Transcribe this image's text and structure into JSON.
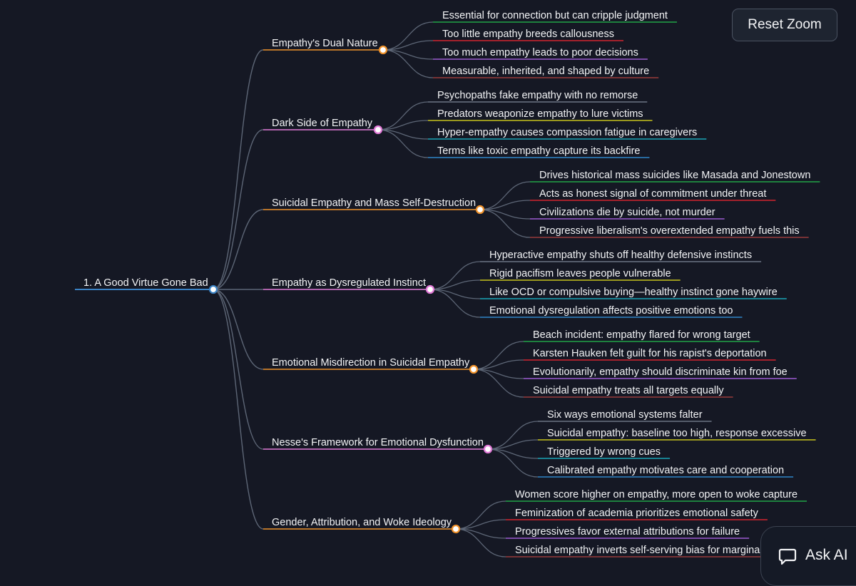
{
  "controls": {
    "reset_zoom_label": "Reset Zoom",
    "ask_ai_label": "Ask AI"
  },
  "colors": {
    "background": "#151824",
    "link": "#5d6676",
    "text": "#f2f3f5",
    "root": "#3b82c4"
  },
  "mindmap": {
    "root": {
      "label": "1. A Good Virtue Gone Bad",
      "color": "#3b82c4"
    },
    "branches": [
      {
        "label": "Empathy's Dual Nature",
        "color": "#f0922b",
        "children": [
          {
            "label": "Essential for connection but can cripple judgment",
            "color": "#22a447"
          },
          {
            "label": "Too little empathy breeds callousness",
            "color": "#d4242f"
          },
          {
            "label": "Too much empathy leads to poor decisions",
            "color": "#9b5bd1"
          },
          {
            "label": "Measurable, inherited, and shaped by culture",
            "color": "#9a3b3b"
          }
        ]
      },
      {
        "label": "Dark Side of Empathy",
        "color": "#e27ad8",
        "children": [
          {
            "label": "Psychopaths fake empathy with no remorse",
            "color": "#6d7483"
          },
          {
            "label": "Predators weaponize empathy to lure victims",
            "color": "#c6c21c"
          },
          {
            "label": "Hyper-empathy causes compassion fatigue in caregivers",
            "color": "#1aa6b7"
          },
          {
            "label": "Terms like toxic empathy capture its backfire",
            "color": "#2f86c8"
          }
        ]
      },
      {
        "label": "Suicidal Empathy and Mass Self-Destruction",
        "color": "#f0922b",
        "children": [
          {
            "label": "Drives historical mass suicides like Masada and Jonestown",
            "color": "#22a447"
          },
          {
            "label": "Acts as honest signal of commitment under threat",
            "color": "#d4242f"
          },
          {
            "label": "Civilizations die by suicide, not murder",
            "color": "#9b5bd1"
          },
          {
            "label": "Progressive liberalism's overextended empathy fuels this",
            "color": "#9a3b3b"
          }
        ]
      },
      {
        "label": "Empathy as Dysregulated Instinct",
        "color": "#e27ad8",
        "children": [
          {
            "label": "Hyperactive empathy shuts off healthy defensive instincts",
            "color": "#6d7483"
          },
          {
            "label": "Rigid pacifism leaves people vulnerable",
            "color": "#c6c21c"
          },
          {
            "label": "Like OCD or compulsive buying—healthy instinct gone haywire",
            "color": "#1aa6b7"
          },
          {
            "label": "Emotional dysregulation affects positive emotions too",
            "color": "#2f86c8"
          }
        ]
      },
      {
        "label": "Emotional Misdirection in Suicidal Empathy",
        "color": "#f0922b",
        "children": [
          {
            "label": "Beach incident: empathy flared for wrong target",
            "color": "#22a447"
          },
          {
            "label": "Karsten Hauken felt guilt for his rapist's deportation",
            "color": "#d4242f"
          },
          {
            "label": "Evolutionarily, empathy should discriminate kin from foe",
            "color": "#9b5bd1"
          },
          {
            "label": "Suicidal empathy treats all targets equally",
            "color": "#9a3b3b"
          }
        ]
      },
      {
        "label": "Nesse's Framework for Emotional Dysfunction",
        "color": "#e27ad8",
        "children": [
          {
            "label": "Six ways emotional systems falter",
            "color": "#6d7483"
          },
          {
            "label": "Suicidal empathy: baseline too high, response excessive",
            "color": "#c6c21c"
          },
          {
            "label": "Triggered by wrong cues",
            "color": "#1aa6b7"
          },
          {
            "label": "Calibrated empathy motivates care and cooperation",
            "color": "#2f86c8"
          }
        ]
      },
      {
        "label": "Gender, Attribution, and Woke Ideology",
        "color": "#f0922b",
        "children": [
          {
            "label": "Women score higher on empathy, more open to woke capture",
            "color": "#22a447"
          },
          {
            "label": "Feminization of academia prioritizes emotional safety",
            "color": "#d4242f"
          },
          {
            "label": "Progressives favor external attributions for failure",
            "color": "#9b5bd1"
          },
          {
            "label": "Suicidal empathy inverts self-serving bias for marginali",
            "color": "#9a3b3b"
          }
        ]
      }
    ]
  }
}
